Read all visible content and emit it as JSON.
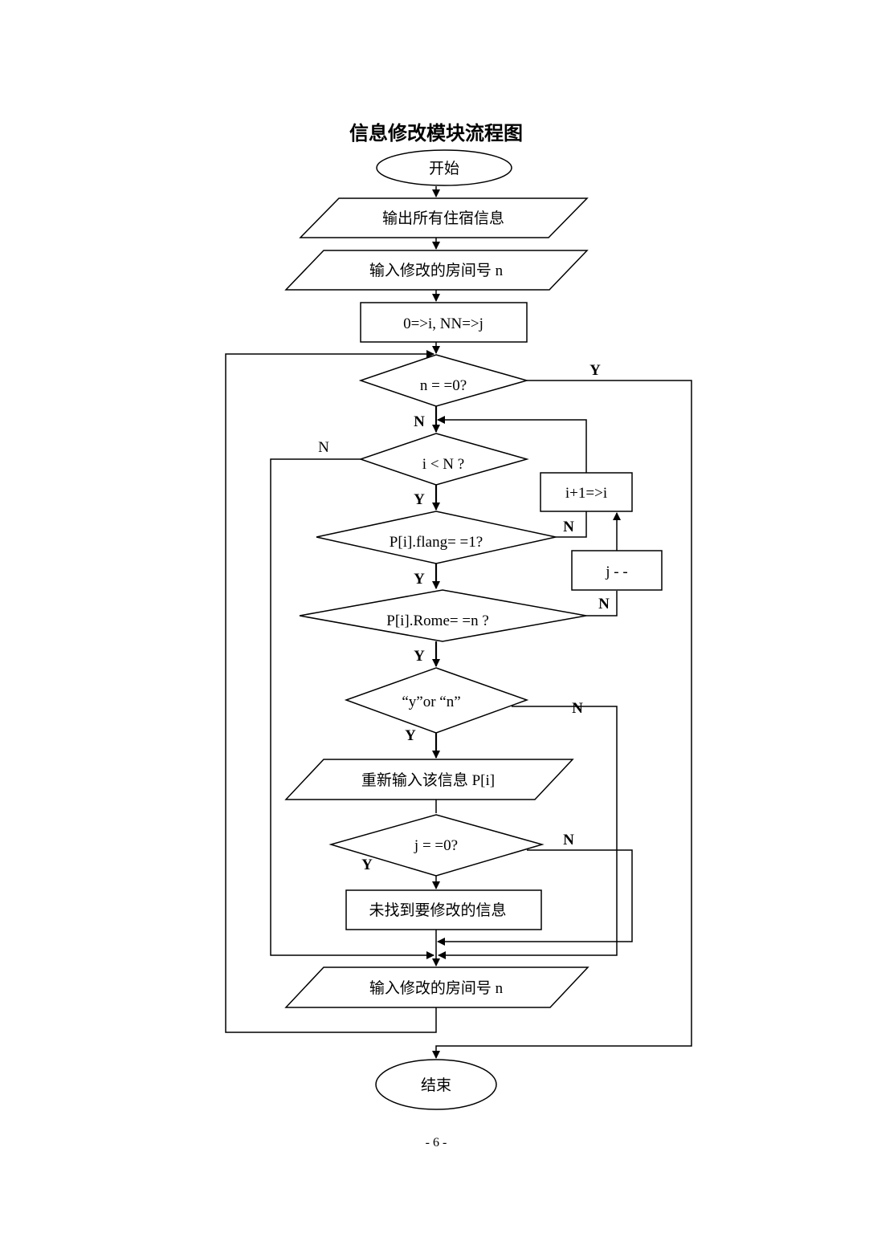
{
  "title": "信息修改模块流程图",
  "page_number": "- 6 -",
  "nodes": {
    "start": "开始",
    "output_all": "输出所有住宿信息",
    "input_room": "输入修改的房间号 n",
    "init": "0=>i, NN=>j",
    "dec_n_zero": "n = =0?",
    "dec_i_lt_n": "i < N ?",
    "dec_flang": "P[i].flang= =1?",
    "dec_rome": "P[i].Rome= =n ?",
    "dec_yn": "“y”or “n”",
    "reinput": "重新输入该信息 P[i]",
    "dec_j_zero": "j = =0?",
    "not_found": "未找到要修改的信息",
    "input_room_again": "输入修改的房间号 n",
    "increment": "i+1=>i",
    "j_dec": "j - -",
    "end": "结束"
  },
  "labels": {
    "yes": "Y",
    "no": "N"
  }
}
